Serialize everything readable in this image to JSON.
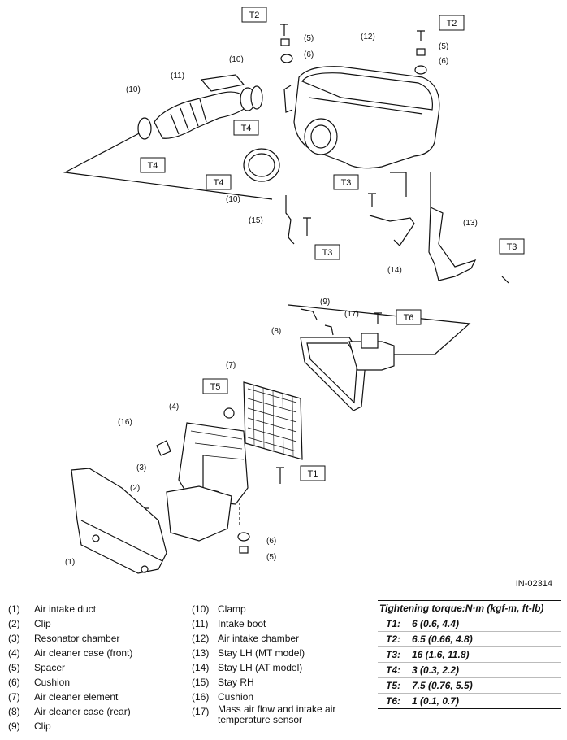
{
  "figure_id": "IN-02314",
  "callouts": {
    "c1": "(1)",
    "c2": "(2)",
    "c3": "(3)",
    "c4": "(4)",
    "c5": "(5)",
    "c6": "(6)",
    "c7": "(7)",
    "c8": "(8)",
    "c9": "(9)",
    "c10": "(10)",
    "c11": "(11)",
    "c12": "(12)",
    "c13": "(13)",
    "c14": "(14)",
    "c15": "(15)",
    "c16": "(16)",
    "c17": "(17)"
  },
  "torque_tags": {
    "T1": "T1",
    "T2": "T2",
    "T3": "T3",
    "T4": "T4",
    "T5": "T5",
    "T6": "T6"
  },
  "legend_left": [
    {
      "num": "(1)",
      "name": "Air intake duct"
    },
    {
      "num": "(2)",
      "name": "Clip"
    },
    {
      "num": "(3)",
      "name": "Resonator chamber"
    },
    {
      "num": "(4)",
      "name": "Air cleaner case (front)"
    },
    {
      "num": "(5)",
      "name": "Spacer"
    },
    {
      "num": "(6)",
      "name": "Cushion"
    },
    {
      "num": "(7)",
      "name": "Air cleaner element"
    },
    {
      "num": "(8)",
      "name": "Air cleaner case (rear)"
    },
    {
      "num": "(9)",
      "name": "Clip"
    }
  ],
  "legend_mid": [
    {
      "num": "(10)",
      "name": "Clamp"
    },
    {
      "num": "(11)",
      "name": "Intake boot"
    },
    {
      "num": "(12)",
      "name": "Air intake chamber"
    },
    {
      "num": "(13)",
      "name": "Stay LH (MT model)"
    },
    {
      "num": "(14)",
      "name": "Stay LH (AT model)"
    },
    {
      "num": "(15)",
      "name": "Stay RH"
    },
    {
      "num": "(16)",
      "name": "Cushion"
    },
    {
      "num": "(17)",
      "name": "Mass air flow and intake air temperature sensor"
    }
  ],
  "torque_table": {
    "header": "Tightening torque:N·m (kgf-m, ft-lb)",
    "rows": [
      {
        "id": "T1:",
        "value": "6 (0.6, 4.4)"
      },
      {
        "id": "T2:",
        "value": "6.5 (0.66, 4.8)"
      },
      {
        "id": "T3:",
        "value": "16 (1.6, 11.8)"
      },
      {
        "id": "T4:",
        "value": "3 (0.3, 2.2)"
      },
      {
        "id": "T5:",
        "value": "7.5 (0.76, 5.5)"
      },
      {
        "id": "T6:",
        "value": "1 (0.1, 0.7)"
      }
    ]
  }
}
